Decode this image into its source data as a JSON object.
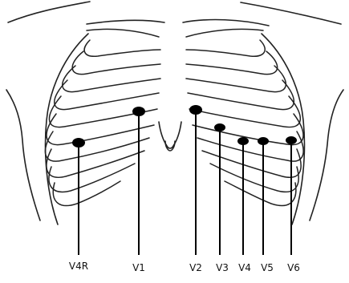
{
  "leads": [
    {
      "id": "v4r",
      "label": "V4R"
    },
    {
      "id": "v1",
      "label": "V1"
    },
    {
      "id": "v2",
      "label": "V2"
    },
    {
      "id": "v3",
      "label": "V3"
    },
    {
      "id": "v4",
      "label": "V4"
    },
    {
      "id": "v5",
      "label": "V5"
    },
    {
      "id": "v6",
      "label": "V6"
    }
  ],
  "colors": {
    "line": "#000000",
    "outline": "#222222",
    "background": "#ffffff"
  }
}
